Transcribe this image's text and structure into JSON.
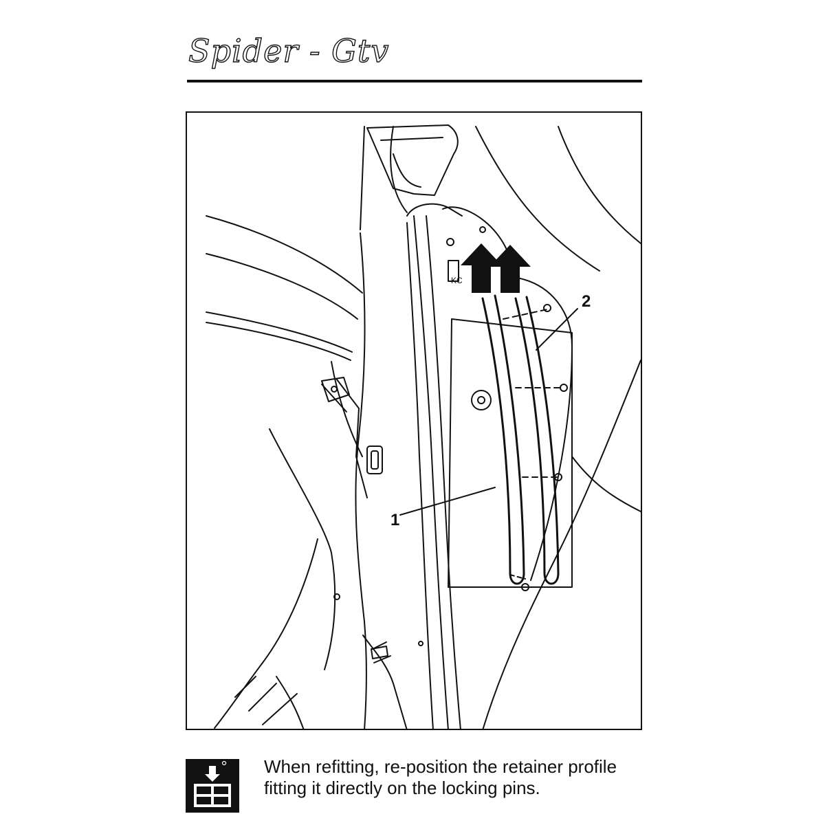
{
  "header": {
    "logo_text": "Spider - Gtv"
  },
  "figure": {
    "callouts": [
      {
        "id": "callout-1",
        "label": "1"
      },
      {
        "id": "callout-2",
        "label": "2"
      }
    ],
    "small_mark": "KC"
  },
  "note": {
    "icon": "refit-box-icon",
    "lines": [
      "When refitting, re-position the retainer profile",
      "fitting it directly on the locking pins."
    ]
  }
}
